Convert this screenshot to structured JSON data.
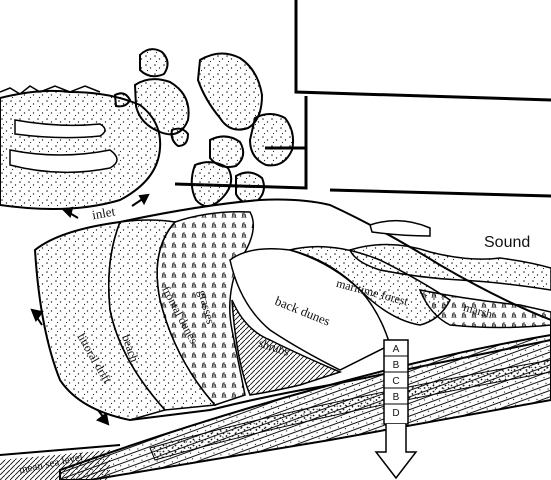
{
  "labels": {
    "inlet": "inlet",
    "sound": "Sound",
    "grasses": "grasses",
    "frontal_dunes": "frontal dunes",
    "beach": "beach",
    "littoral_drift": "littoral drift",
    "back_dunes": "back dunes",
    "shrubs": "shrubs",
    "maritime_forest": "maritime forest",
    "marsh": "marsh",
    "mean_sea_level": "mean sea level"
  },
  "soil_layers": [
    "A",
    "B",
    "C",
    "B",
    "D"
  ]
}
